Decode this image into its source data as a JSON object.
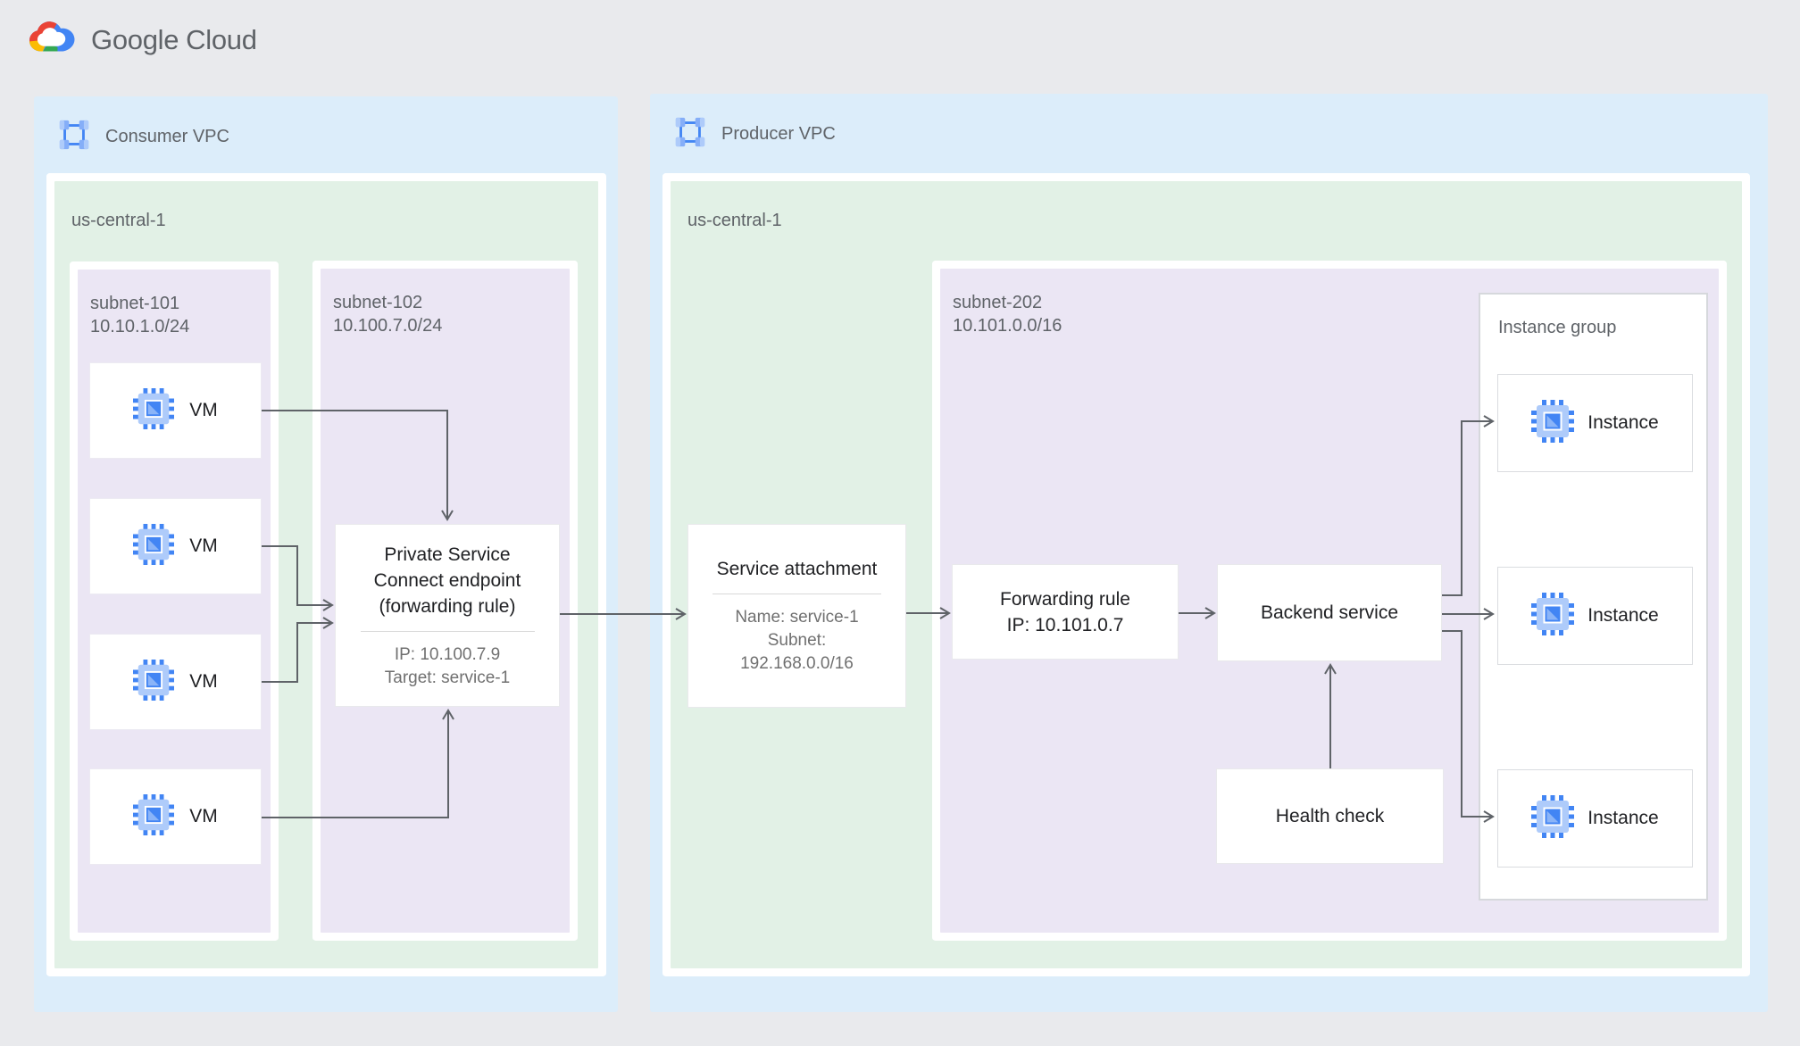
{
  "logo": {
    "google": "Google",
    "cloud": "Cloud"
  },
  "colors": {
    "background": "#e9eaed",
    "vpc_fill": "#dcedfa",
    "region_fill": "#e2f1e6",
    "subnet_fill": "#ebe6f4",
    "arrow": "#5f6368",
    "accent_blue": "#4285f4"
  },
  "consumer_vpc": {
    "label": "Consumer VPC",
    "region": {
      "label": "us-central-1",
      "subnet_101": {
        "name": "subnet-101",
        "cidr": "10.10.1.0/24",
        "vms": [
          "VM",
          "VM",
          "VM",
          "VM"
        ]
      },
      "subnet_102": {
        "name": "subnet-102",
        "cidr": "10.100.7.0/24",
        "endpoint": {
          "title_lines": [
            "Private Service",
            "Connect endpoint",
            "(forwarding rule)"
          ],
          "ip": "IP: 10.100.7.9",
          "target": "Target: service-1"
        }
      }
    }
  },
  "producer_vpc": {
    "label": "Producer VPC",
    "region": {
      "label": "us-central-1",
      "service_attachment": {
        "title": "Service attachment",
        "name": "Name: service-1",
        "subnet_word": "Subnet:",
        "subnet_cidr": "192.168.0.0/16"
      },
      "subnet_202": {
        "name": "subnet-202",
        "cidr": "10.101.0.0/16",
        "forwarding_rule": {
          "title": "Forwarding rule",
          "ip": "IP: 10.101.0.7"
        },
        "backend_service_label": "Backend service",
        "health_check_label": "Health check",
        "instance_group": {
          "label": "Instance group",
          "instances": [
            "Instance",
            "Instance",
            "Instance"
          ]
        }
      }
    }
  }
}
